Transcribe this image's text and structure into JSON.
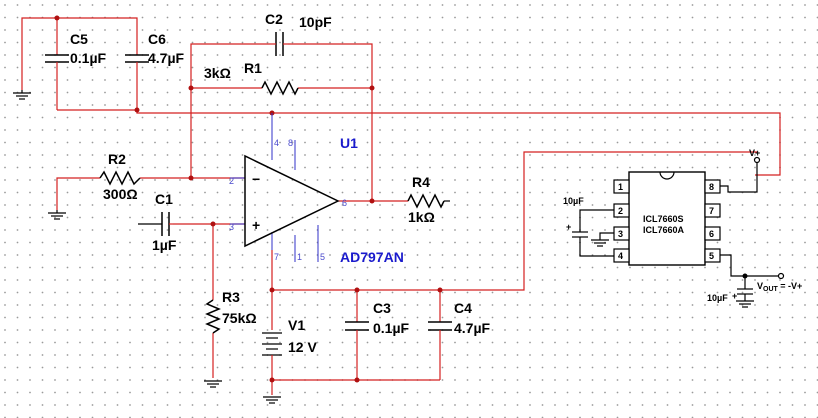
{
  "colors": {
    "wire": "#d42020",
    "component": "#000000",
    "chip_label": "#1a1acc",
    "pin_number": "#4a4acc",
    "background": "#ffffff",
    "grid_dot": "#9a9a9a"
  },
  "capacitors": {
    "c5": {
      "ref": "C5",
      "value": "0.1µF"
    },
    "c6": {
      "ref": "C6",
      "value": "4.7µF"
    },
    "c2": {
      "ref": "C2",
      "value": "10pF"
    },
    "c1": {
      "ref": "C1",
      "value": "1µF"
    },
    "c3": {
      "ref": "C3",
      "value": "0.1µF"
    },
    "c4": {
      "ref": "C4",
      "value": "4.7µF"
    }
  },
  "resistors": {
    "r1": {
      "ref": "R1",
      "value": "3kΩ"
    },
    "r2": {
      "ref": "R2",
      "value": "300Ω"
    },
    "r3": {
      "ref": "R3",
      "value": "75kΩ"
    },
    "r4": {
      "ref": "R4",
      "value": "1kΩ"
    }
  },
  "source": {
    "ref": "V1",
    "value": "12 V"
  },
  "opamp": {
    "ref": "U1",
    "part": "AD797AN",
    "pins": {
      "p4": "4",
      "p8": "8",
      "p2": "2",
      "p3": "3",
      "p6": "6",
      "p7": "7",
      "p1": "1",
      "p5": "5"
    },
    "minus": "−",
    "plus": "+"
  },
  "converter": {
    "part_line1": "ICL7660S",
    "part_line2": "ICL7660A",
    "pins_left": [
      "1",
      "2",
      "3",
      "4"
    ],
    "pins_right": [
      "8",
      "7",
      "6",
      "5"
    ],
    "cap_in": "10µF",
    "cap_out": "10µF",
    "vplus": "V+",
    "vout_main": "V",
    "vout_sub": "OUT",
    "vout_rest": " = -V+",
    "plus_sign": "+"
  }
}
